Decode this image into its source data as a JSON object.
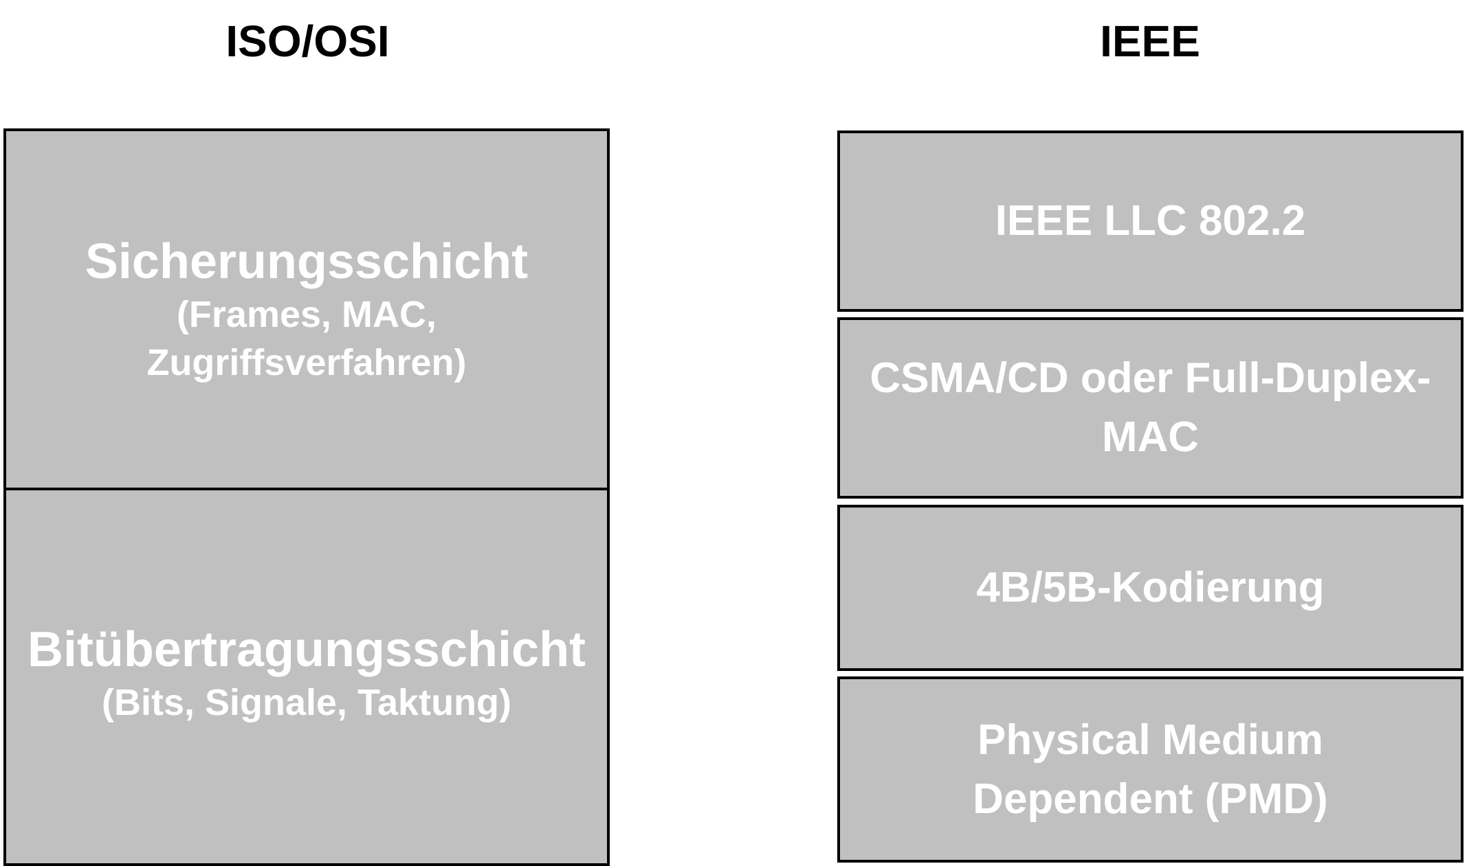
{
  "osi": {
    "title": "ISO/OSI",
    "layers": [
      {
        "name": "Sicherungsschicht",
        "detail_line1": "(Frames, MAC,",
        "detail_line2": "Zugriffsverfahren)"
      },
      {
        "name": "Bitübertragungsschicht",
        "detail_line1": "(Bits, Signale, Taktung)"
      }
    ]
  },
  "ieee": {
    "title": "IEEE",
    "layers": [
      {
        "line1": "IEEE LLC 802.2"
      },
      {
        "line1": "CSMA/CD oder Full-Duplex-",
        "line2": "MAC"
      },
      {
        "line1": "4B/5B-Kodierung"
      },
      {
        "line1": "Physical Medium",
        "line2": "Dependent (PMD)"
      }
    ]
  },
  "colors": {
    "box_fill": "#c0c0c0",
    "box_border": "#000000",
    "box_text": "#ffffff",
    "title_text": "#000000"
  }
}
